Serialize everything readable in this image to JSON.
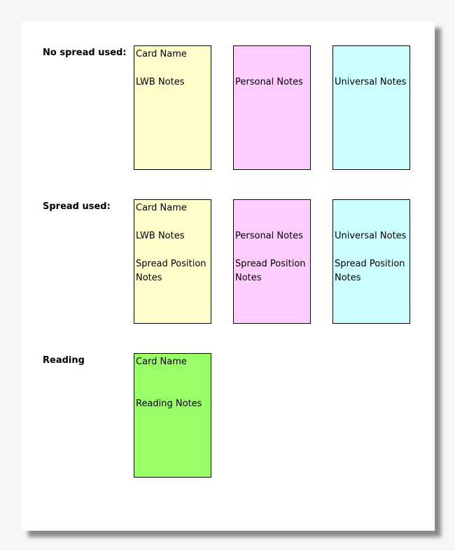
{
  "rows": {
    "no_spread": {
      "label": "No spread used:",
      "cards": {
        "lwb": {
          "line1": "Card Name",
          "line2": "LWB Notes",
          "color": "#ffffcc"
        },
        "personal": {
          "line1": "Personal Notes",
          "color": "#ffccff"
        },
        "universal": {
          "line1": "Universal Notes",
          "color": "#ccffff"
        }
      }
    },
    "spread": {
      "label": "Spread used:",
      "cards": {
        "lwb": {
          "line1": "Card Name",
          "line2": "LWB Notes",
          "line3": "Spread Position Notes",
          "color": "#ffffcc"
        },
        "personal": {
          "line1": "Personal Notes",
          "line2": "Spread Position Notes",
          "color": "#ffccff"
        },
        "universal": {
          "line1": "Universal Notes",
          "line2": "Spread Position Notes",
          "color": "#ccffff"
        }
      }
    },
    "reading": {
      "label": "Reading",
      "cards": {
        "reading": {
          "line1": "Card Name",
          "line2": "Reading Notes",
          "color": "#99ff66"
        }
      }
    }
  }
}
